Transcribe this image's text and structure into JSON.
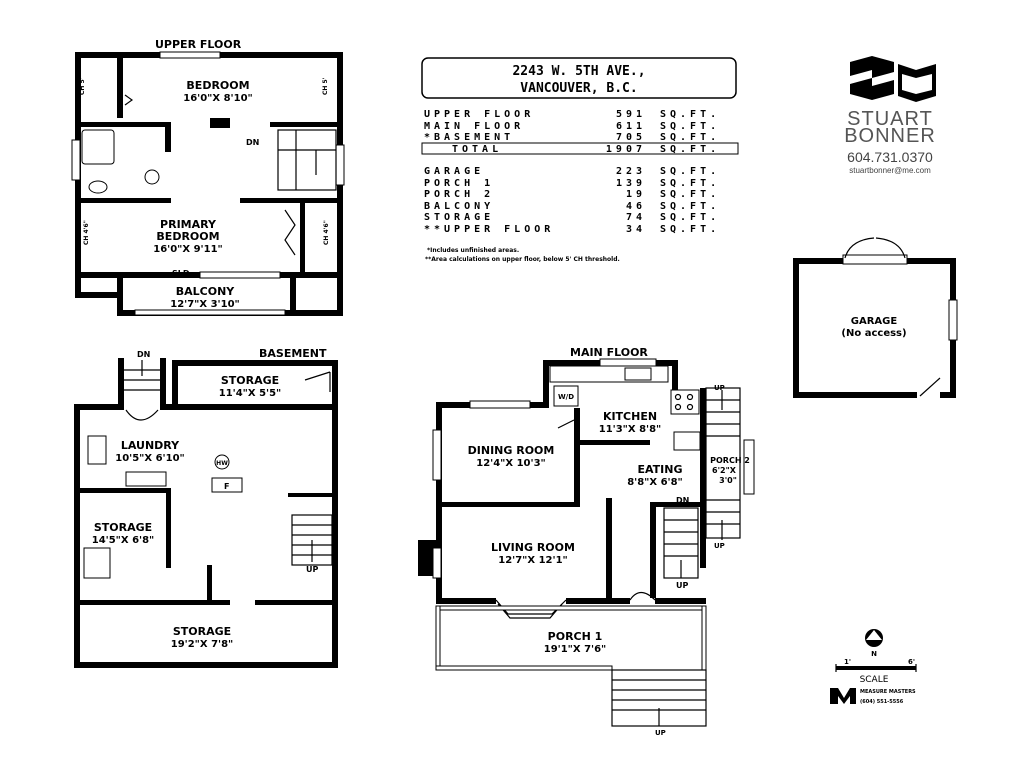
{
  "address": {
    "line1": "2243 W. 5TH AVE.,",
    "line2": "VANCOUVER, B.C."
  },
  "areas": {
    "upper_floor": {
      "label": "UPPER FLOOR",
      "value": "591",
      "unit": "SQ.FT."
    },
    "main_floor": {
      "label": "MAIN FLOOR",
      "value": "611",
      "unit": "SQ.FT."
    },
    "basement": {
      "label": "*BASEMENT",
      "value": "705",
      "unit": "SQ.FT."
    },
    "total": {
      "label": "TOTAL",
      "value": "1907",
      "unit": "SQ.FT."
    },
    "garage": {
      "label": "GARAGE",
      "value": "223",
      "unit": "SQ.FT."
    },
    "porch1": {
      "label": "PORCH 1",
      "value": "139",
      "unit": "SQ.FT."
    },
    "porch2": {
      "label": "PORCH 2",
      "value": "19",
      "unit": "SQ.FT."
    },
    "balcony": {
      "label": "BALCONY",
      "value": "46",
      "unit": "SQ.FT."
    },
    "storage": {
      "label": "STORAGE",
      "value": "74",
      "unit": "SQ.FT."
    },
    "upper_extra": {
      "label": "**UPPER FLOOR",
      "value": "34",
      "unit": "SQ.FT."
    }
  },
  "notes": {
    "n1": "*Includes unfinished areas.",
    "n2": "**Area calculations on upper floor, below 5' CH threshold."
  },
  "brand": {
    "name1": "STUART",
    "name2": "BONNER",
    "phone": "604.731.0370",
    "email": "stuartbonner@me.com",
    "measure": "MEASURE MASTERS",
    "measure_phone": "(604) 551-5556"
  },
  "upper": {
    "title": "UPPER FLOOR",
    "bedroom": "BEDROOM",
    "bedroom_dim": "16'0\"X 8'10\"",
    "primary1": "PRIMARY",
    "primary2": "BEDROOM",
    "primary_dim": "16'0\"X 9'11\"",
    "balcony": "BALCONY",
    "balcony_dim": "12'7\"X 3'10\"",
    "sld": "SLD",
    "dn": "DN",
    "ch": "CH 5'",
    "ch2": "CH 4'6\""
  },
  "basement": {
    "title": "BASEMENT",
    "dn": "DN",
    "up": "UP",
    "storage_top": "STORAGE",
    "storage_top_dim": "11'4\"X 5'5\"",
    "laundry": "LAUNDRY",
    "laundry_dim": "10'5\"X 6'10\"",
    "storage_mid": "STORAGE",
    "storage_mid_dim": "14'5\"X 6'8\"",
    "storage_bot": "STORAGE",
    "storage_bot_dim": "19'2\"X 7'8\"",
    "hw": "HW",
    "f": "F"
  },
  "main": {
    "title": "MAIN FLOOR",
    "kitchen": "KITCHEN",
    "kitchen_dim": "11'3\"X 8'8\"",
    "dining": "DINING ROOM",
    "dining_dim": "12'4\"X 10'3\"",
    "eating": "EATING",
    "eating_dim": "8'8\"X 6'8\"",
    "living": "LIVING ROOM",
    "living_dim": "12'7\"X 12'1\"",
    "porch1": "PORCH 1",
    "porch1_dim": "19'1\"X 7'6\"",
    "porch2": "PORCH 2",
    "porch2_dim": "6'2\"X",
    "porch2_dim2": "3'0\"",
    "wd": "W/D",
    "dn": "DN",
    "up": "UP"
  },
  "garage": {
    "label": "GARAGE",
    "sub": "(No access)"
  },
  "scale": {
    "label": "SCALE",
    "one": "1'",
    "six": "6'",
    "north": "N"
  }
}
